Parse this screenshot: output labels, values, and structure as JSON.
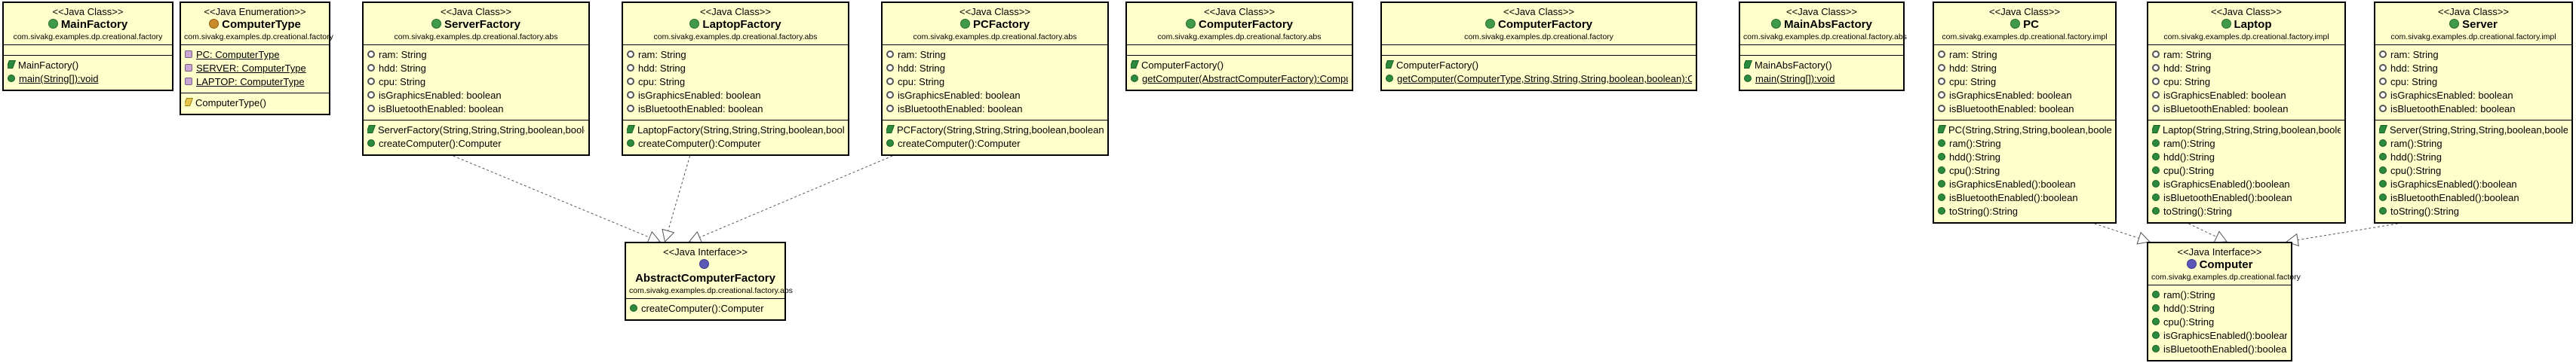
{
  "boxes": [
    {
      "id": "MainFactory",
      "kind": "class",
      "stereotype": "<<Java Class>>",
      "name": "MainFactory",
      "package": "com.sivakg.examples.dp.creational.factory",
      "fields": [],
      "methods": [
        {
          "text": "MainFactory()",
          "style": "ctor"
        },
        {
          "text": "main(String[]):void",
          "style": "static",
          "underline": true
        }
      ]
    },
    {
      "id": "ComputerType",
      "kind": "enum",
      "stereotype": "<<Java Enumeration>>",
      "name": "ComputerType",
      "package": "com.sivakg.examples.dp.creational.factory",
      "fields": [
        {
          "text": "PC: ComputerType",
          "style": "enumconst",
          "underline": true
        },
        {
          "text": "SERVER: ComputerType",
          "style": "enumconst",
          "underline": true
        },
        {
          "text": "LAPTOP: ComputerType",
          "style": "enumconst",
          "underline": true
        }
      ],
      "methods": [
        {
          "text": "ComputerType()",
          "style": "protected-ctor"
        }
      ]
    },
    {
      "id": "ServerFactory",
      "kind": "class",
      "stereotype": "<<Java Class>>",
      "name": "ServerFactory",
      "package": "com.sivakg.examples.dp.creational.factory.abs",
      "fields": [
        {
          "text": "ram: String",
          "style": "private"
        },
        {
          "text": "hdd: String",
          "style": "private"
        },
        {
          "text": "cpu: String",
          "style": "private"
        },
        {
          "text": "isGraphicsEnabled: boolean",
          "style": "private"
        },
        {
          "text": "isBluetoothEnabled: boolean",
          "style": "private"
        }
      ],
      "methods": [
        {
          "text": "ServerFactory(String,String,String,boolean,boolean)",
          "style": "ctor"
        },
        {
          "text": "createComputer():Computer",
          "style": "method"
        }
      ]
    },
    {
      "id": "LaptopFactory",
      "kind": "class",
      "stereotype": "<<Java Class>>",
      "name": "LaptopFactory",
      "package": "com.sivakg.examples.dp.creational.factory.abs",
      "fields": [
        {
          "text": "ram: String",
          "style": "private"
        },
        {
          "text": "hdd: String",
          "style": "private"
        },
        {
          "text": "cpu: String",
          "style": "private"
        },
        {
          "text": "isGraphicsEnabled: boolean",
          "style": "private"
        },
        {
          "text": "isBluetoothEnabled: boolean",
          "style": "private"
        }
      ],
      "methods": [
        {
          "text": "LaptopFactory(String,String,String,boolean,boolean)",
          "style": "ctor"
        },
        {
          "text": "createComputer():Computer",
          "style": "method"
        }
      ]
    },
    {
      "id": "PCFactory",
      "kind": "class",
      "stereotype": "<<Java Class>>",
      "name": "PCFactory",
      "package": "com.sivakg.examples.dp.creational.factory.abs",
      "fields": [
        {
          "text": "ram: String",
          "style": "private"
        },
        {
          "text": "hdd: String",
          "style": "private"
        },
        {
          "text": "cpu: String",
          "style": "private"
        },
        {
          "text": "isGraphicsEnabled: boolean",
          "style": "private"
        },
        {
          "text": "isBluetoothEnabled: boolean",
          "style": "private"
        }
      ],
      "methods": [
        {
          "text": "PCFactory(String,String,String,boolean,boolean)",
          "style": "ctor"
        },
        {
          "text": "createComputer():Computer",
          "style": "method"
        }
      ]
    },
    {
      "id": "ComputerFactoryAbs",
      "kind": "class",
      "stereotype": "<<Java Class>>",
      "name": "ComputerFactory",
      "package": "com.sivakg.examples.dp.creational.factory.abs",
      "fields": [],
      "methods": [
        {
          "text": "ComputerFactory()",
          "style": "ctor"
        },
        {
          "text": "getComputer(AbstractComputerFactory):Computer",
          "style": "static",
          "underline": true
        }
      ]
    },
    {
      "id": "ComputerFactory",
      "kind": "class",
      "stereotype": "<<Java Class>>",
      "name": "ComputerFactory",
      "package": "com.sivakg.examples.dp.creational.factory",
      "fields": [],
      "methods": [
        {
          "text": "ComputerFactory()",
          "style": "ctor"
        },
        {
          "text": "getComputer(ComputerType,String,String,String,boolean,boolean):Computer",
          "style": "static",
          "underline": true
        }
      ]
    },
    {
      "id": "MainAbsFactory",
      "kind": "class",
      "stereotype": "<<Java Class>>",
      "name": "MainAbsFactory",
      "package": "com.sivakg.examples.dp.creational.factory.abs",
      "fields": [],
      "methods": [
        {
          "text": "MainAbsFactory()",
          "style": "ctor"
        },
        {
          "text": "main(String[]):void",
          "style": "static",
          "underline": true
        }
      ]
    },
    {
      "id": "PC",
      "kind": "class",
      "stereotype": "<<Java Class>>",
      "name": "PC",
      "package": "com.sivakg.examples.dp.creational.factory.impl",
      "fields": [
        {
          "text": "ram: String",
          "style": "private"
        },
        {
          "text": "hdd: String",
          "style": "private"
        },
        {
          "text": "cpu: String",
          "style": "private"
        },
        {
          "text": "isGraphicsEnabled: boolean",
          "style": "private"
        },
        {
          "text": "isBluetoothEnabled: boolean",
          "style": "private"
        }
      ],
      "methods": [
        {
          "text": "PC(String,String,String,boolean,boolean)",
          "style": "ctor"
        },
        {
          "text": "ram():String",
          "style": "method"
        },
        {
          "text": "hdd():String",
          "style": "method"
        },
        {
          "text": "cpu():String",
          "style": "method"
        },
        {
          "text": "isGraphicsEnabled():boolean",
          "style": "method"
        },
        {
          "text": "isBluetoothEnabled():boolean",
          "style": "method"
        },
        {
          "text": "toString():String",
          "style": "method"
        }
      ]
    },
    {
      "id": "Laptop",
      "kind": "class",
      "stereotype": "<<Java Class>>",
      "name": "Laptop",
      "package": "com.sivakg.examples.dp.creational.factory.impl",
      "fields": [
        {
          "text": "ram: String",
          "style": "private"
        },
        {
          "text": "hdd: String",
          "style": "private"
        },
        {
          "text": "cpu: String",
          "style": "private"
        },
        {
          "text": "isGraphicsEnabled: boolean",
          "style": "private"
        },
        {
          "text": "isBluetoothEnabled: boolean",
          "style": "private"
        }
      ],
      "methods": [
        {
          "text": "Laptop(String,String,String,boolean,boolean)",
          "style": "ctor"
        },
        {
          "text": "ram():String",
          "style": "method"
        },
        {
          "text": "hdd():String",
          "style": "method"
        },
        {
          "text": "cpu():String",
          "style": "method"
        },
        {
          "text": "isGraphicsEnabled():boolean",
          "style": "method"
        },
        {
          "text": "isBluetoothEnabled():boolean",
          "style": "method"
        },
        {
          "text": "toString():String",
          "style": "method"
        }
      ]
    },
    {
      "id": "Server",
      "kind": "class",
      "stereotype": "<<Java Class>>",
      "name": "Server",
      "package": "com.sivakg.examples.dp.creational.factory.impl",
      "fields": [
        {
          "text": "ram: String",
          "style": "private"
        },
        {
          "text": "hdd: String",
          "style": "private"
        },
        {
          "text": "cpu: String",
          "style": "private"
        },
        {
          "text": "isGraphicsEnabled: boolean",
          "style": "private"
        },
        {
          "text": "isBluetoothEnabled: boolean",
          "style": "private"
        }
      ],
      "methods": [
        {
          "text": "Server(String,String,String,boolean,boolean)",
          "style": "ctor"
        },
        {
          "text": "ram():String",
          "style": "method"
        },
        {
          "text": "hdd():String",
          "style": "method"
        },
        {
          "text": "cpu():String",
          "style": "method"
        },
        {
          "text": "isGraphicsEnabled():boolean",
          "style": "method"
        },
        {
          "text": "isBluetoothEnabled():boolean",
          "style": "method"
        },
        {
          "text": "toString():String",
          "style": "method"
        }
      ]
    },
    {
      "id": "AbstractComputerFactory",
      "kind": "interface",
      "stereotype": "<<Java Interface>>",
      "name": "AbstractComputerFactory",
      "package": "com.sivakg.examples.dp.creational.factory.abs",
      "fields": [],
      "methods": [
        {
          "text": "createComputer():Computer",
          "style": "method"
        }
      ]
    },
    {
      "id": "Computer",
      "kind": "interface",
      "stereotype": "<<Java Interface>>",
      "name": "Computer",
      "package": "com.sivakg.examples.dp.creational.factory",
      "fields": [],
      "methods": [
        {
          "text": "ram():String",
          "style": "method"
        },
        {
          "text": "hdd():String",
          "style": "method"
        },
        {
          "text": "cpu():String",
          "style": "method"
        },
        {
          "text": "isGraphicsEnabled():boolean",
          "style": "method"
        },
        {
          "text": "isBluetoothEnabled():boolean",
          "style": "method"
        }
      ]
    }
  ],
  "relations": [
    {
      "from": "ServerFactory",
      "to": "AbstractComputerFactory",
      "type": "realization"
    },
    {
      "from": "LaptopFactory",
      "to": "AbstractComputerFactory",
      "type": "realization"
    },
    {
      "from": "PCFactory",
      "to": "AbstractComputerFactory",
      "type": "realization"
    },
    {
      "from": "PC",
      "to": "Computer",
      "type": "realization"
    },
    {
      "from": "Laptop",
      "to": "Computer",
      "type": "realization"
    },
    {
      "from": "Server",
      "to": "Computer",
      "type": "realization"
    }
  ],
  "colors": {
    "box_fill": "#ffffcc",
    "border": "#000000",
    "edge": "#555555"
  }
}
